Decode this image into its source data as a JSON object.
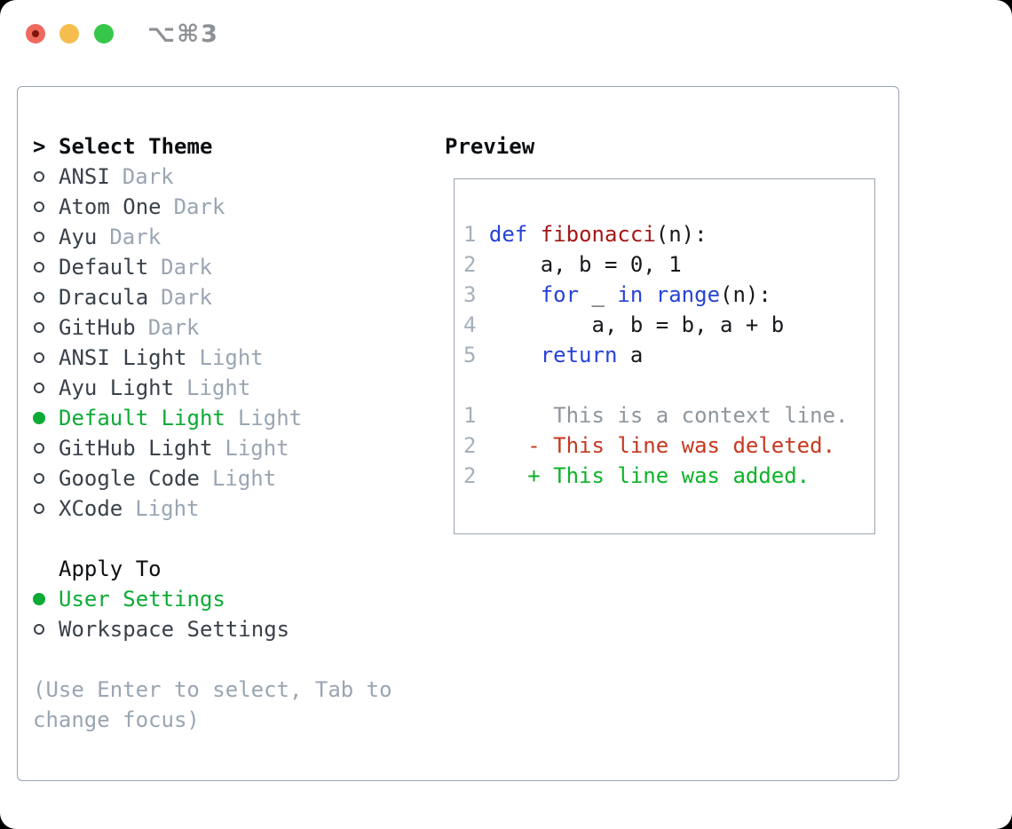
{
  "titlebar": {
    "title": "⌥⌘3"
  },
  "theme_menu": {
    "prompt": ">",
    "title": "Select Theme",
    "items": [
      {
        "name": "ANSI",
        "variant": "Dark",
        "selected": false
      },
      {
        "name": "Atom One",
        "variant": "Dark",
        "selected": false
      },
      {
        "name": "Ayu",
        "variant": "Dark",
        "selected": false
      },
      {
        "name": "Default",
        "variant": "Dark",
        "selected": false
      },
      {
        "name": "Dracula",
        "variant": "Dark",
        "selected": false
      },
      {
        "name": "GitHub",
        "variant": "Dark",
        "selected": false
      },
      {
        "name": "ANSI Light",
        "variant": "Light",
        "selected": false
      },
      {
        "name": "Ayu Light",
        "variant": "Light",
        "selected": false
      },
      {
        "name": "Default Light",
        "variant": "Light",
        "selected": true
      },
      {
        "name": "GitHub Light",
        "variant": "Light",
        "selected": false
      },
      {
        "name": "Google Code",
        "variant": "Light",
        "selected": false
      },
      {
        "name": "XCode",
        "variant": "Light",
        "selected": false
      }
    ]
  },
  "apply_to": {
    "title": "Apply To",
    "options": [
      {
        "label": "User Settings",
        "selected": true
      },
      {
        "label": "Workspace Settings",
        "selected": false
      }
    ]
  },
  "hint": {
    "line1": "(Use Enter to select, Tab to",
    "line2": "change focus)"
  },
  "preview": {
    "title": "Preview",
    "lines": [
      {
        "num": "1",
        "segments": [
          {
            "t": " ",
            "c": "fg"
          },
          {
            "t": "def",
            "c": "kw"
          },
          {
            "t": " ",
            "c": "fg"
          },
          {
            "t": "fibonacci",
            "c": "fn"
          },
          {
            "t": "(n):",
            "c": "fg"
          }
        ]
      },
      {
        "num": "2",
        "segments": [
          {
            "t": "     a, b = 0, 1",
            "c": "fg"
          }
        ]
      },
      {
        "num": "3",
        "segments": [
          {
            "t": "     ",
            "c": "fg"
          },
          {
            "t": "for",
            "c": "kw"
          },
          {
            "t": " _ ",
            "c": "fg"
          },
          {
            "t": "in",
            "c": "kw"
          },
          {
            "t": " ",
            "c": "fg"
          },
          {
            "t": "range",
            "c": "kw"
          },
          {
            "t": "(n):",
            "c": "fg"
          }
        ]
      },
      {
        "num": "4",
        "segments": [
          {
            "t": "         a, b = b, a + b",
            "c": "fg"
          }
        ]
      },
      {
        "num": "5",
        "segments": [
          {
            "t": "     ",
            "c": "fg"
          },
          {
            "t": "return",
            "c": "kw"
          },
          {
            "t": " a",
            "c": "fg"
          }
        ]
      },
      {
        "num": "",
        "segments": []
      },
      {
        "num": "1",
        "segments": [
          {
            "t": "      This is a context line.",
            "c": "ctx"
          }
        ]
      },
      {
        "num": "2",
        "segments": [
          {
            "t": "    ",
            "c": "fg"
          },
          {
            "t": "- This line was deleted.",
            "c": "del"
          }
        ]
      },
      {
        "num": "2",
        "segments": [
          {
            "t": "    ",
            "c": "fg"
          },
          {
            "t": "+ This line was added.",
            "c": "add"
          }
        ]
      }
    ]
  },
  "colors": {
    "page_bg": "#000000",
    "card_bg": "#ffffff",
    "border": "#9aa4b0",
    "heading_text": "#0c0f12",
    "item_text": "#3a414a",
    "muted_text": "#9aa5b3",
    "selected_green": "#0cab35",
    "keyword_blue": "#2742d8",
    "function_red": "#a61717",
    "code_fg": "#17191d",
    "context_gray": "#8e969e",
    "deleted_red": "#c6381f",
    "added_green": "#0db327",
    "line_number": "#a6b0bb",
    "title_gray": "#8d9094",
    "traffic_red": "#ee6a5f",
    "traffic_red_dot": "#7e160c",
    "traffic_yellow": "#f5bd4e",
    "traffic_green": "#35c74a"
  }
}
